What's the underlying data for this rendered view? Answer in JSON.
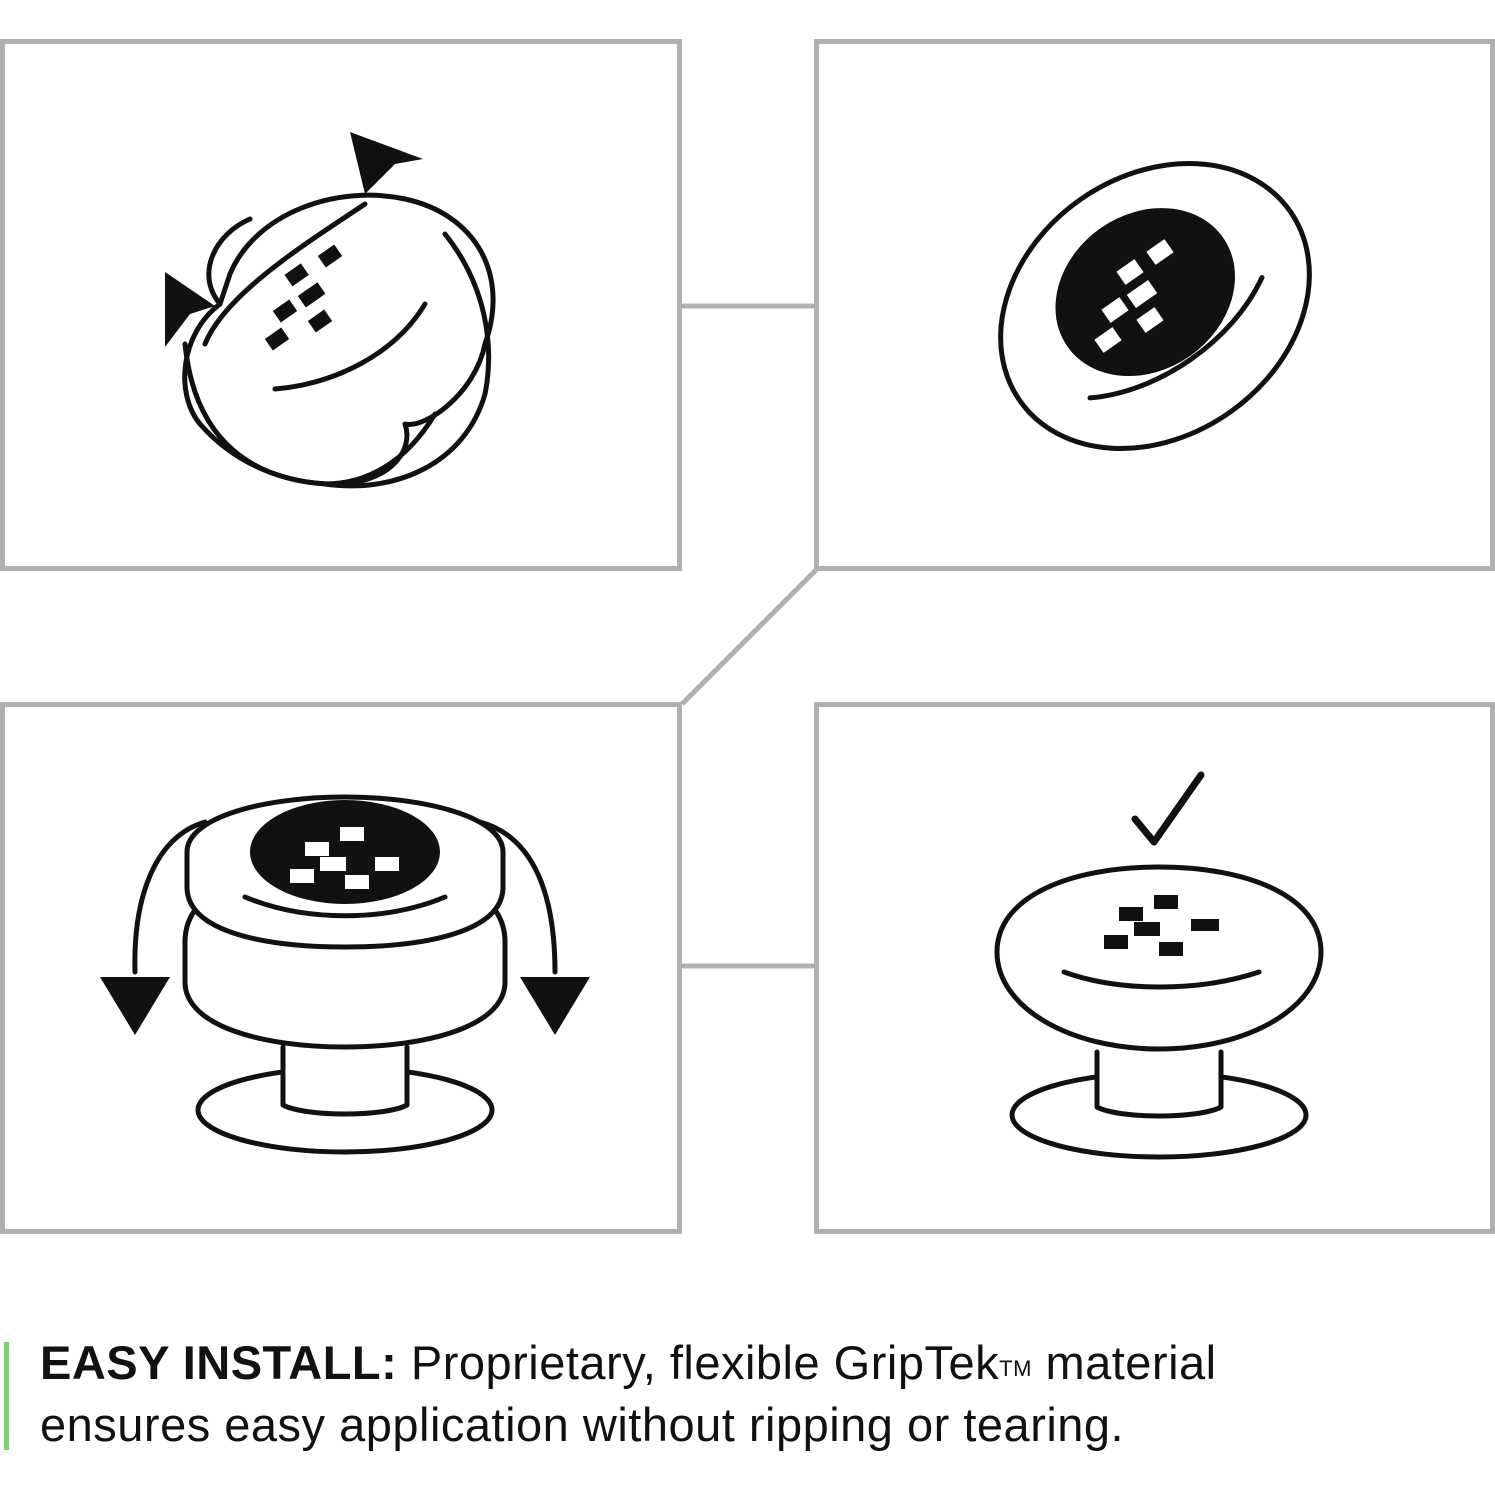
{
  "caption": {
    "lead": "EASY INSTALL:",
    "line1_rest": " Proprietary, flexible GripTek",
    "trademark": "TM",
    "line1_end": " material",
    "line2": "ensures easy application without ripping or tearing."
  },
  "colors": {
    "panel_border": "#b0b0b0",
    "accent_bar": "#7ed16b",
    "ink": "#111111"
  },
  "steps": [
    {
      "icon": "stretch-rotate-icon"
    },
    {
      "icon": "grip-cap-icon"
    },
    {
      "icon": "fold-over-icon"
    },
    {
      "icon": "installed-check-icon"
    }
  ]
}
